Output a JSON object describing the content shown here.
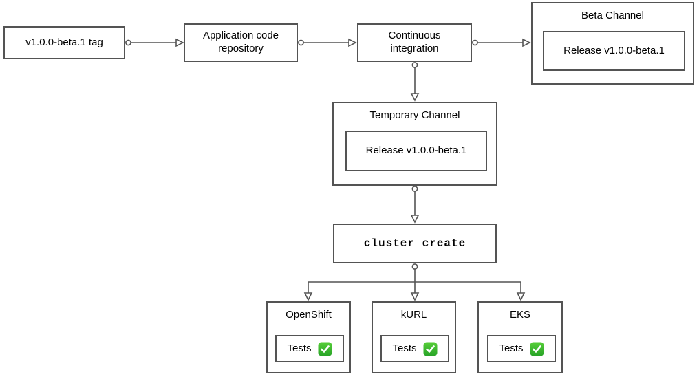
{
  "diagram": {
    "background_color": "#ffffff",
    "stroke_color": "#545454",
    "text_color": "#000000",
    "check_icon_color": "#2eb22e",
    "nodes": {
      "tag": {
        "label": "v1.0.0-beta.1 tag"
      },
      "repo": {
        "label": "Application code repository"
      },
      "ci": {
        "label": "Continuous integration"
      },
      "beta_channel": {
        "title": "Beta Channel",
        "release_label": "Release v1.0.0-beta.1"
      },
      "temporary_channel": {
        "title": "Temporary Channel",
        "release_label": "Release v1.0.0-beta.1"
      },
      "cluster_create": {
        "label": "cluster create"
      },
      "clusters": [
        {
          "title": "OpenShift",
          "tests_label": "Tests",
          "status_icon": "white-heavy-check-mark"
        },
        {
          "title": "kURL",
          "tests_label": "Tests",
          "status_icon": "white-heavy-check-mark"
        },
        {
          "title": "EKS",
          "tests_label": "Tests",
          "status_icon": "white-heavy-check-mark"
        }
      ]
    }
  }
}
